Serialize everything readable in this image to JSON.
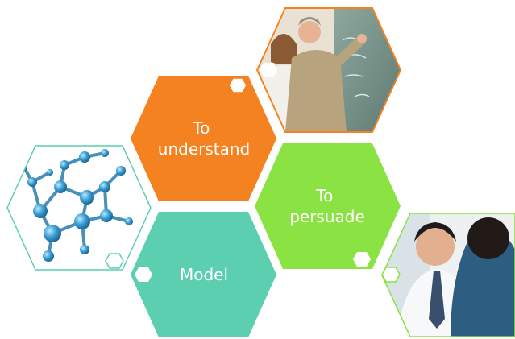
{
  "diagram": {
    "hexagons": [
      {
        "id": "understand",
        "lines": [
          "To",
          "understand"
        ],
        "fill": "#f58220"
      },
      {
        "id": "persuade",
        "lines": [
          "To",
          "persuade"
        ],
        "fill": "#8ae342"
      },
      {
        "id": "model",
        "lines": [
          "Model"
        ],
        "fill": "#5ccfb0"
      }
    ],
    "image_tiles": [
      {
        "id": "teachers",
        "picture": "teacher-and-student-at-chalkboard",
        "border": "#f58220"
      },
      {
        "id": "molecule",
        "picture": "blue-molecule-model",
        "border": "#5ccfb0"
      },
      {
        "id": "scientist",
        "picture": "man-in-lab-coat-talking",
        "border": "#8ae342"
      }
    ],
    "colors": {
      "orange": "#f58220",
      "green": "#8ae342",
      "teal": "#5ccfb0",
      "white": "#ffffff"
    }
  }
}
